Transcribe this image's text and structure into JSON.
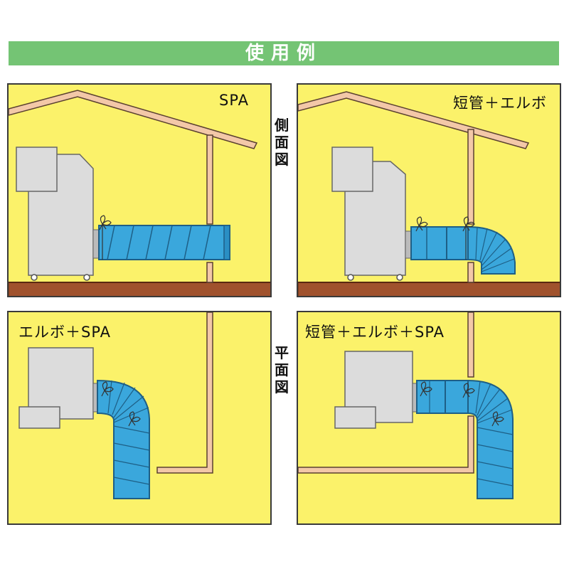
{
  "header": {
    "title": "使用例"
  },
  "side_labels": {
    "side_view": [
      "側",
      "面",
      "図"
    ],
    "plan_view": [
      "平",
      "面",
      "図"
    ]
  },
  "panels": [
    {
      "label": "SPA"
    },
    {
      "label": "短管＋エルボ"
    },
    {
      "label": "エルボ＋SPA"
    },
    {
      "label": "短管＋エルボ＋SPA"
    }
  ],
  "colors": {
    "banner": "#74c474",
    "background": "#fbf26a",
    "duct": "#3aa7dc",
    "floor": "#a0522d",
    "roof": "#f3c8a8",
    "machine": "#dcdcdc"
  }
}
